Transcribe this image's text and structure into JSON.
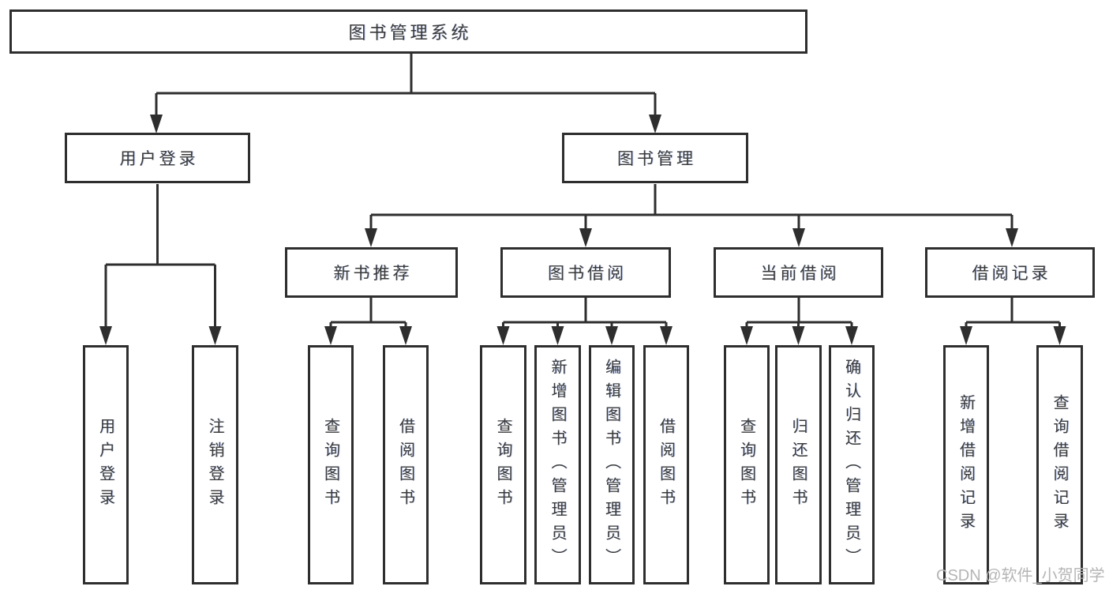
{
  "diagram": {
    "root": "图书管理系统",
    "level2": {
      "user_login": "用户登录",
      "book_mgmt": "图书管理"
    },
    "level3": {
      "new_book": "新书推荐",
      "book_borrow": "图书借阅",
      "current_borrow": "当前借阅",
      "borrow_record": "借阅记录"
    },
    "leaves": {
      "user_login_leaf": "用户登录",
      "logout": "注销登录",
      "nb_query": "查询图书",
      "nb_borrow": "借阅图书",
      "bb_query": "查询图书",
      "bb_add": "新增图书（管理员）",
      "bb_edit": "编辑图书（管理员）",
      "bb_borrow": "借阅图书",
      "cb_query": "查询图书",
      "cb_return": "归还图书",
      "cb_confirm": "确认归还（管理员）",
      "br_add": "新增借阅记录",
      "br_query": "查询借阅记录"
    }
  },
  "watermark": "CSDN @软件_小贺同学",
  "colors": {
    "line": "#2e2e2e",
    "text": "#3a3a3a",
    "background": "#ffffff",
    "watermark": "#b5b5b5"
  }
}
